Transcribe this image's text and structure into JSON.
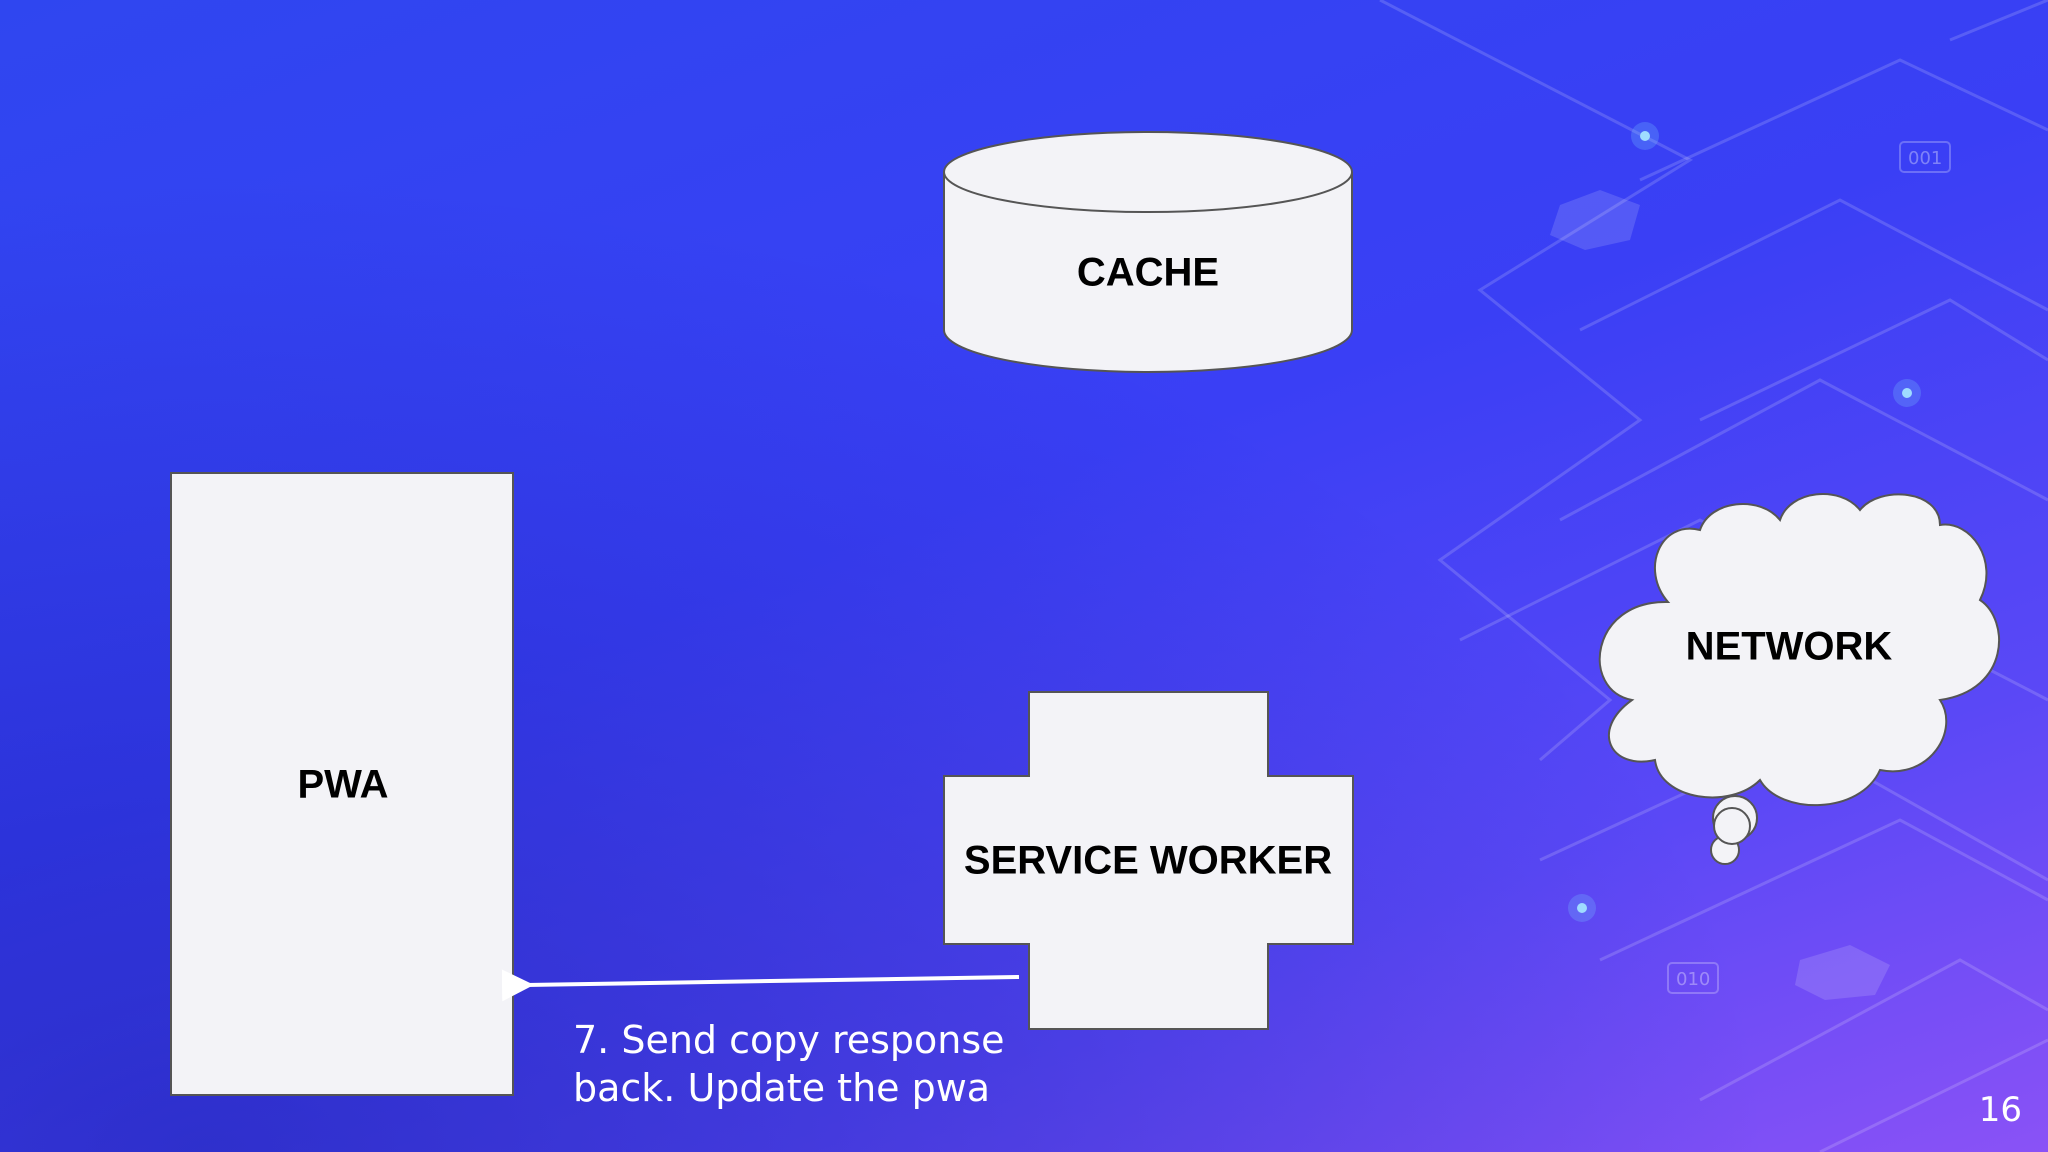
{
  "nodes": {
    "cache": "CACHE",
    "pwa": "PWA",
    "service_worker": "SERVICE WORKER",
    "network": "NETWORK"
  },
  "edges": [
    {
      "from": "service_worker",
      "to": "pwa",
      "label_lines": [
        "7. Send copy response",
        "back. Update the pwa"
      ]
    }
  ],
  "background": {
    "decor_badges": [
      "001",
      "010"
    ]
  },
  "page_number": "16",
  "colors": {
    "background_start": "#2f46f0",
    "background_end": "#8a52f6",
    "shape_fill": "#f3f3f7",
    "arrow": "#ffffff"
  }
}
